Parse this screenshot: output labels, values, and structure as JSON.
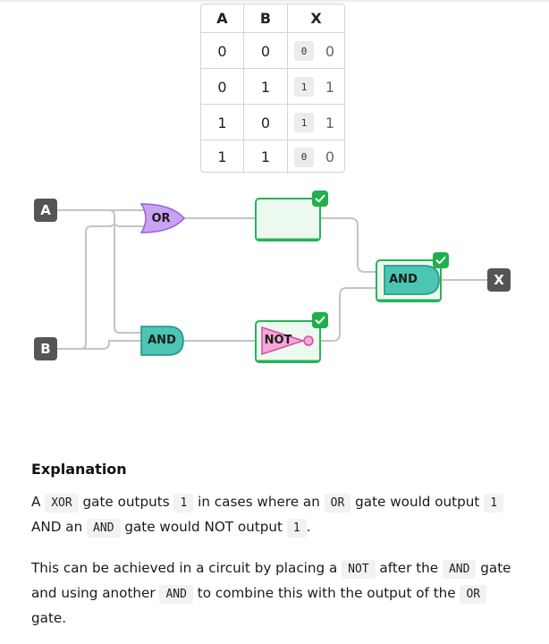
{
  "truth_table": {
    "headers": [
      "A",
      "B",
      "X"
    ],
    "rows": [
      {
        "a": "0",
        "b": "0",
        "x_badge": "0",
        "x": "0"
      },
      {
        "a": "0",
        "b": "1",
        "x_badge": "1",
        "x": "1"
      },
      {
        "a": "1",
        "b": "0",
        "x_badge": "1",
        "x": "1"
      },
      {
        "a": "1",
        "b": "1",
        "x_badge": "0",
        "x": "0"
      }
    ]
  },
  "circuit": {
    "input_a": "A",
    "input_b": "B",
    "output_x": "X",
    "or_gate": "OR",
    "and_gate": "AND",
    "not_gate": "NOT",
    "final_and_gate": "AND",
    "colors": {
      "wire": "#c4c4c4",
      "pin": "#555555",
      "or_fill": "#c9a3f2",
      "or_stroke": "#9a5fd9",
      "and_fill": "#4cc5b4",
      "and_stroke": "#1f8f80",
      "not_fill": "#f3a8d8",
      "not_stroke": "#d04ea2",
      "slot_border": "#27b35a",
      "slot_fill": "#ecf9ef",
      "check": "#1fb04b"
    },
    "icons": [
      "check-icon"
    ]
  },
  "explanation": {
    "title": "Explanation",
    "p1": {
      "t1": "A ",
      "c1": "XOR",
      "t2": " gate outputs ",
      "c2": "1",
      "t3": " in cases where an ",
      "c3": "OR",
      "t4": " gate would output ",
      "c4": "1",
      "t5": " AND an ",
      "c5": "AND",
      "t6": " gate would NOT output ",
      "c6": "1",
      "t7": "."
    },
    "p2": {
      "t1": "This can be achieved in a circuit by placing a ",
      "c1": "NOT",
      "t2": " after the ",
      "c2": "AND",
      "t3": " gate and using another ",
      "c3": "AND",
      "t4": " to combine this with the output of the ",
      "c4": "OR",
      "t5": " gate."
    }
  }
}
